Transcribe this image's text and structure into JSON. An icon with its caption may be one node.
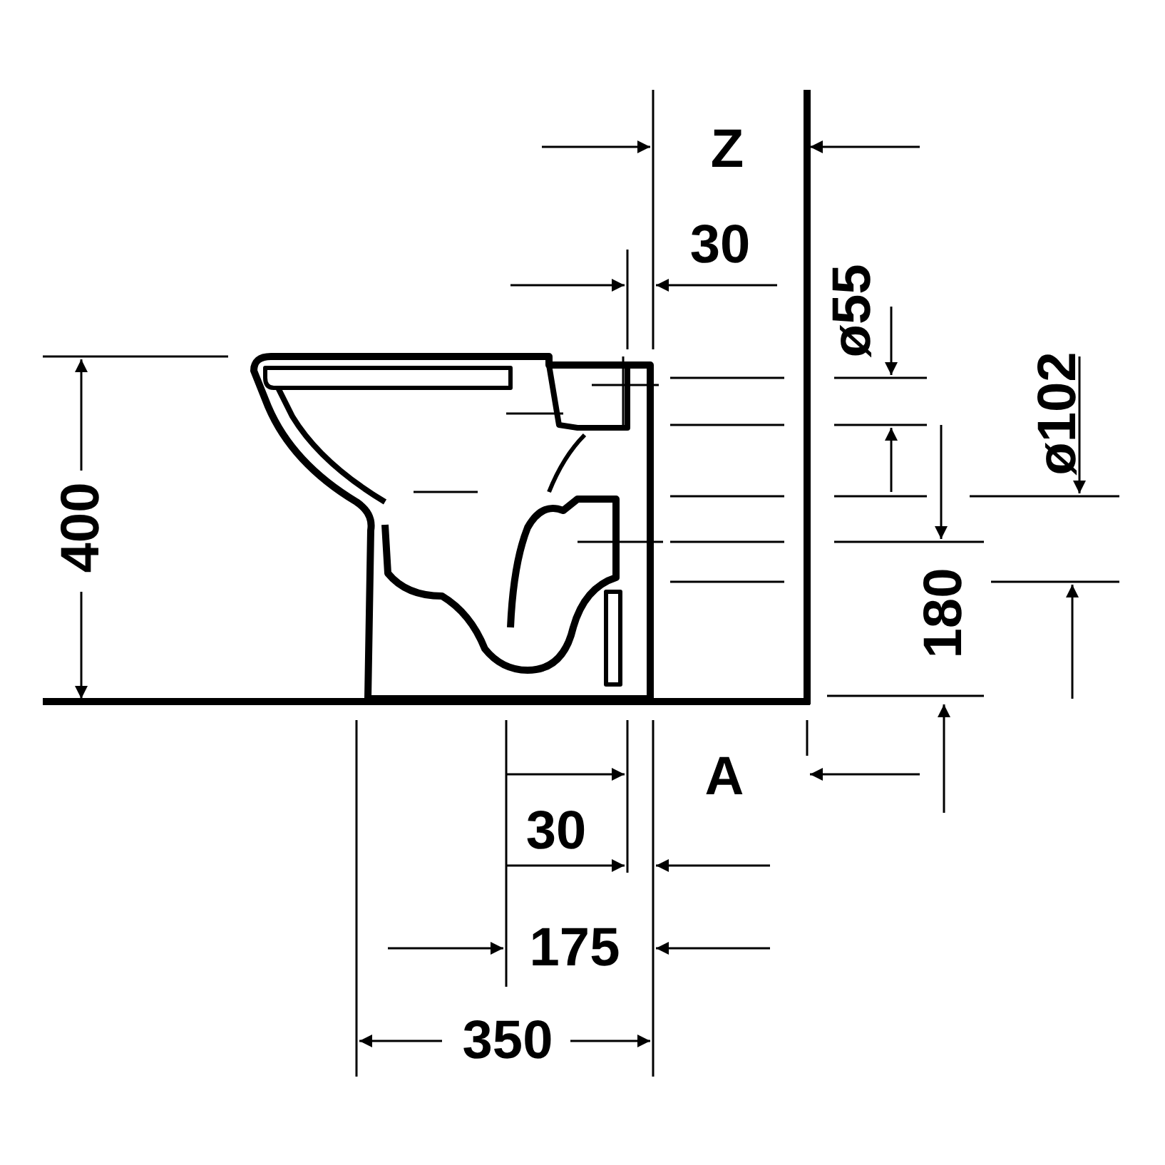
{
  "diagram": {
    "labels": [
      "Z",
      "30",
      "ø55",
      "ø102",
      "400",
      "180",
      "A",
      "30",
      "175",
      "350"
    ]
  }
}
